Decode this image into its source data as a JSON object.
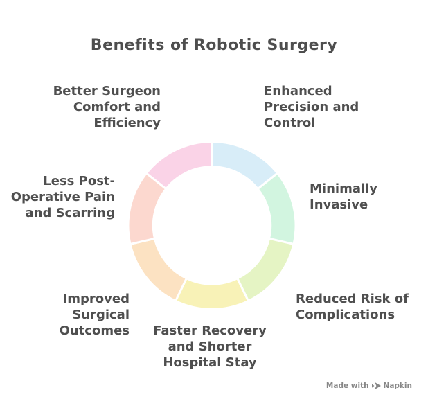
{
  "title": "Benefits of Robotic Surgery",
  "chart_data": {
    "type": "donut",
    "title": "Benefits of Robotic Surgery",
    "categories": [
      "Enhanced Precision and Control",
      "Minimally Invasive",
      "Reduced Risk of Complications",
      "Faster Recovery and Shorter Hospital Stay",
      "Improved Surgical Outcomes",
      "Less Post-Operative Pain and Scarring",
      "Better Surgeon Comfort and Efficiency"
    ],
    "values": [
      1,
      1,
      1,
      1,
      1,
      1,
      1
    ],
    "colors": [
      "#d8edf8",
      "#d2f5e0",
      "#e5f4c4",
      "#f8f2b7",
      "#fce2c2",
      "#fcd8cf",
      "#fad3e7"
    ],
    "start_angle_deg": 0,
    "direction": "clockwise",
    "inner_radius_ratio": 0.7,
    "segment_border_color": "#ffffff",
    "legend_position": "around"
  },
  "labels": [
    {
      "text": "Enhanced\nPrecision and\nControl"
    },
    {
      "text": "Minimally\nInvasive"
    },
    {
      "text": "Reduced Risk of\nComplications"
    },
    {
      "text": "Faster Recovery\nand Shorter\nHospital Stay"
    },
    {
      "text": "Improved\nSurgical\nOutcomes"
    },
    {
      "text": "Less Post-\nOperative Pain\nand Scarring"
    },
    {
      "text": "Better Surgeon\nComfort and\nEfficiency"
    }
  ],
  "watermark": {
    "prefix": "Made with",
    "brand": "Napkin",
    "icon": "napkin-pen-icon"
  },
  "colors": {
    "background": "#ffffff",
    "title_text": "#4e4e4e",
    "label_text": "#4f4f4f",
    "watermark_text": "#878787"
  }
}
